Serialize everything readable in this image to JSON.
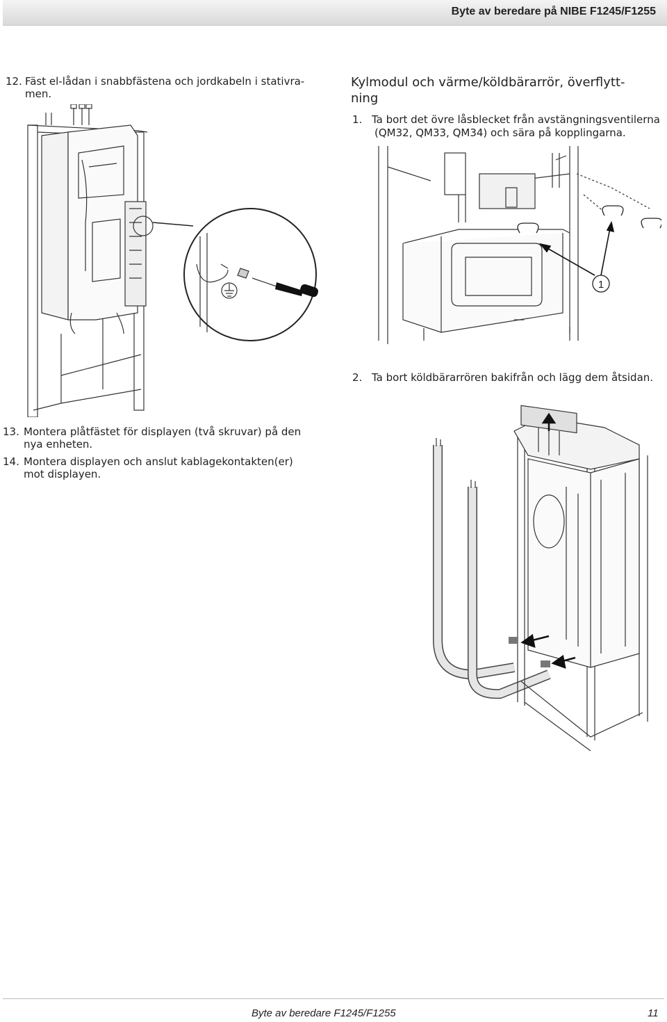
{
  "header": {
    "title": "Byte av beredare på NIBE F1245/F1255"
  },
  "steps": {
    "s12": {
      "num": "12.",
      "line1": "Fäst el-lådan i snabbfästena och jordkabeln i stativra-",
      "line2": "men."
    },
    "s13": {
      "num": "13.",
      "line1": "Montera plåtfästet för displayen (två skruvar) på den",
      "line2": "nya enheten."
    },
    "s14": {
      "num": "14.",
      "line1": "Montera displayen och anslut kablagekontakten(er)",
      "line2": "mot displayen."
    }
  },
  "section": {
    "title_line1": "Kylmodul och värme/köldbärarrör, överflytt-",
    "title_line2": "ning",
    "s1": {
      "num": "1.",
      "line1": "Ta bort det övre låsblecket från avstängningsventilerna",
      "line2": "(QM32, QM33, QM34) och sära på kopplingarna."
    },
    "s2": {
      "num": "2.",
      "line1": "Ta bort köldbärarrören bakifrån och lägg dem åtsidan."
    }
  },
  "figures": {
    "fig1_callout": "1"
  },
  "footer": {
    "title": "Byte av beredare F1245/F1255",
    "page": "11"
  }
}
